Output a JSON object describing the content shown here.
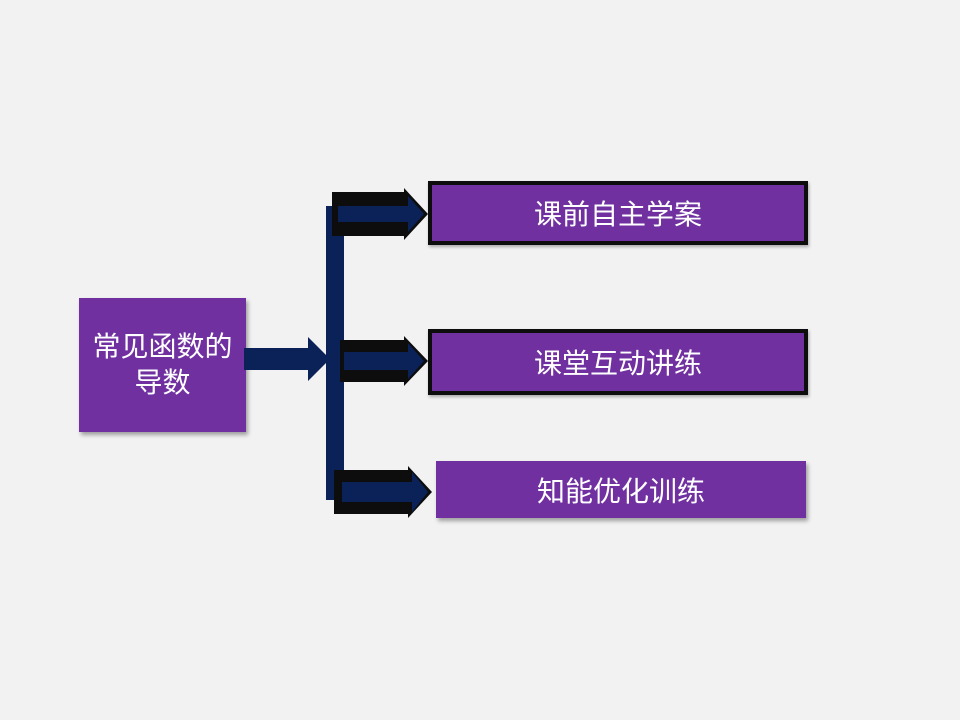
{
  "diagram": {
    "topic": {
      "label": "常见函数的导数"
    },
    "items": [
      {
        "label": "课前自主学案"
      },
      {
        "label": "课堂互动讲练"
      },
      {
        "label": "知能优化训练"
      }
    ],
    "colors": {
      "box_fill": "#7030a0",
      "arrow_fill": "#0a2258",
      "outline": "#0d0d0d",
      "background": "#f2f2f2",
      "text": "#ffffff"
    }
  }
}
